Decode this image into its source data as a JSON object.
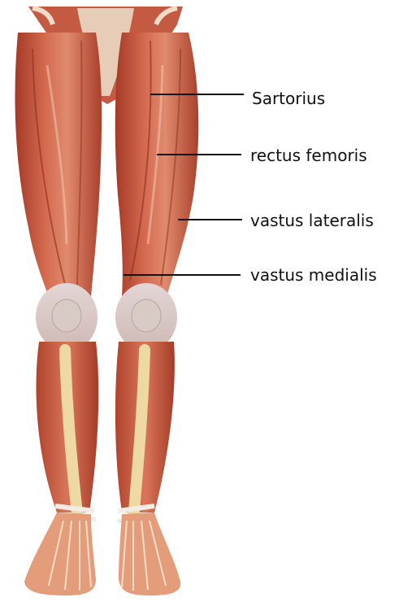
{
  "labels": [
    {
      "id": "sartorius",
      "text": "Sartorius"
    },
    {
      "id": "rectus-femoris",
      "text": "rectus femoris"
    },
    {
      "id": "vastus-lateralis",
      "text": "vastus lateralis"
    },
    {
      "id": "vastus-medialis",
      "text": "vastus medialis"
    }
  ],
  "colors": {
    "muscle": "#c5553d",
    "muscle_light": "#df8a6f",
    "muscle_dark": "#9c3524",
    "tendon": "#e8ddd0",
    "bone": "#eed9a3",
    "skin": "#f0b38e",
    "label": "#111111"
  }
}
